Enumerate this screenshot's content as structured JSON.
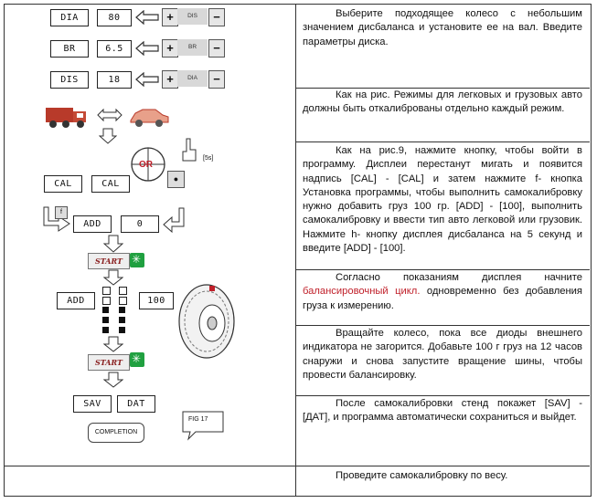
{
  "figure": {
    "dia_label": "DIA",
    "dia_value": "80",
    "br_label": "BR",
    "br_value": "6.5",
    "dis_label": "DIS",
    "dis_value": "18",
    "key_dis": "DIS",
    "key_br": "BR",
    "key_dia": "DIA",
    "plus": "+",
    "minus": "−",
    "or_label": "OR",
    "timer_label": "[5s]",
    "cal_1": "CAL",
    "cal_2": "CAL",
    "add_1": "ADD",
    "zero": "0",
    "start_1": "START",
    "add_2": "ADD",
    "hundred": "100",
    "start_2": "START",
    "sav": "SAV",
    "dat": "DAT",
    "completion": "COMPLETION",
    "fig_label": "FIG 17"
  },
  "rows": [
    "Выберите подходящее колесо с небольшим значением дисбаланса и установите ее на вал. Введите параметры диска.",
    "Как на рис. Режимы для легковых и грузовых авто должны быть откалиброваны отдельно каждый режим.",
    "Как на рис.9, нажмите кнопку, чтобы войти в программу. Дисплеи перестанут мигать и появится надпись [CAL] - [CAL] и затем нажмите f- кнопка Установка программы, чтобы выполнить самокалибровку нужно добавить груз 100 гр. [ADD] - [100], выполнить самокалибровку и ввести тип авто легковой или грузовик. Нажмите h- кнопку дисплея дисбаланса на 5 секунд и введите [ADD] - [100].",
    {
      "before": "Согласно показаниям дисплея начните",
      "red": "балансировочный цикл.",
      "after": "одновременно без добавления груза к измерению."
    },
    "Вращайте колесо, пока все диоды внешнего индикатора не загорится. Добавьте 100 г груз на 12 часов снаружи и снова запустите вращение шины, чтобы провести балансировку.",
    "После самокалибровки стенд покажет [SAV] - [ДАТ], и программа автоматически сохраниться и выйдет.",
    "Проведите самокалибровку по весу."
  ],
  "colors": {
    "red_text": "#c0202a",
    "start_green": "#20a040",
    "car_red": "#b83a2a"
  }
}
